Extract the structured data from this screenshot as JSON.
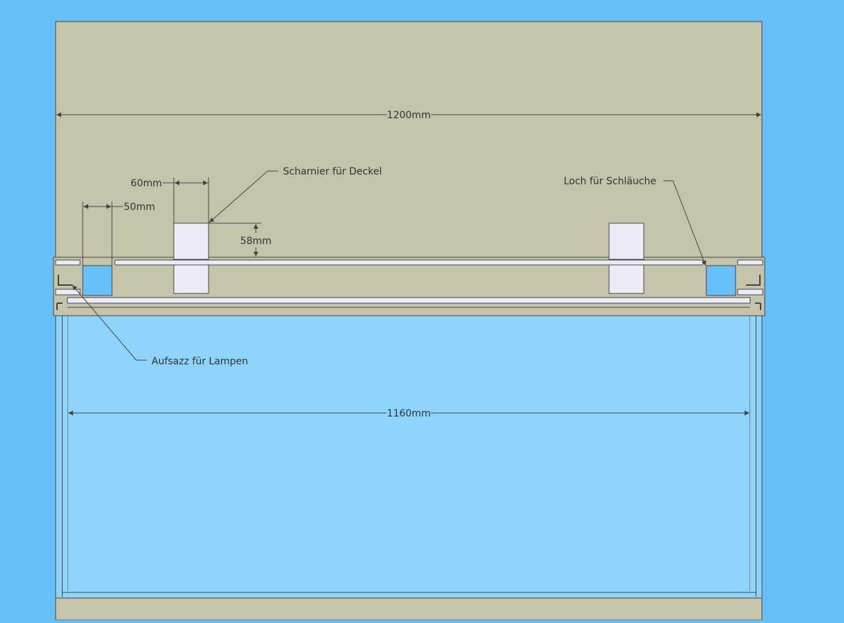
{
  "colors": {
    "background": "#66bff7",
    "board": "#c6c3ab",
    "water": "#8ed3fa",
    "hole": "#66bff7",
    "hinge": "#ebebf7",
    "line": "#444444"
  },
  "dimensions": {
    "outer_width": "1200mm",
    "inner_width": "1160mm",
    "hinge_width": "60mm",
    "lamp_mount_width": "50mm",
    "hinge_height": "58mm"
  },
  "callouts": {
    "hinge": "Scharnier für Deckel",
    "hose_hole": "Loch für Schläuche",
    "lamp_mount": "Aufsazz für Lampen"
  }
}
